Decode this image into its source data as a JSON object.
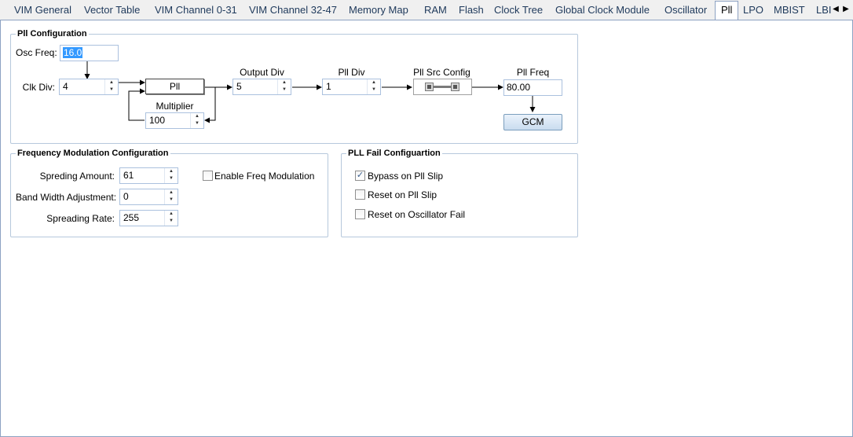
{
  "tabs": [
    {
      "label": "VIM General",
      "active": false
    },
    {
      "label": "Vector Table",
      "active": false
    },
    {
      "label": "VIM Channel 0-31",
      "active": false
    },
    {
      "label": "VIM Channel 32-47",
      "active": false
    },
    {
      "label": "Memory Map",
      "active": false
    },
    {
      "label": "RAM",
      "active": false
    },
    {
      "label": "Flash",
      "active": false
    },
    {
      "label": "Clock Tree",
      "active": false
    },
    {
      "label": "Global Clock Module",
      "active": false
    },
    {
      "label": "Oscillator",
      "active": false
    },
    {
      "label": "Pll",
      "active": true
    },
    {
      "label": "LPO",
      "active": false
    },
    {
      "label": "MBIST",
      "active": false
    },
    {
      "label": "LBI",
      "active": false
    }
  ],
  "tab_nav": {
    "left_icon": "triangle-left",
    "right_icon": "triangle-right"
  },
  "pll_config": {
    "title": "Pll Configuration",
    "osc_freq": {
      "label": "Osc Freq:",
      "value": "16.0"
    },
    "clk_div": {
      "label": "Clk Div:",
      "value": "4"
    },
    "pll_block": {
      "label": "Pll"
    },
    "multiplier": {
      "label": "Multiplier",
      "value": "100"
    },
    "output_div": {
      "label": "Output Div",
      "value": "5"
    },
    "pll_div": {
      "label": "Pll Div",
      "value": "1"
    },
    "pll_src_config": {
      "label": "Pll Src Config"
    },
    "pll_freq": {
      "label": "Pll Freq",
      "value": "80.00"
    },
    "gcm_button": {
      "label": "GCM"
    }
  },
  "freq_mod": {
    "title": "Frequency Modulation Configuration",
    "spreading_amount": {
      "label": "Spreding Amount:",
      "value": "61"
    },
    "bandwidth_adjustment": {
      "label": "Band Width Adjustment:",
      "value": "0"
    },
    "spreading_rate": {
      "label": "Spreading Rate:",
      "value": "255"
    },
    "enable_freq_mod": {
      "label": "Enable Freq Modulation",
      "checked": false
    }
  },
  "pll_fail": {
    "title": "PLL Fail Configuartion",
    "bypass_on_slip": {
      "label": "Bypass on Pll Slip",
      "checked": true
    },
    "reset_on_slip": {
      "label": "Reset on Pll Slip",
      "checked": false
    },
    "reset_on_osc_fail": {
      "label": "Reset on Oscillator Fail",
      "checked": false
    }
  },
  "colors": {
    "selection": "#3399ff",
    "border": "#8da2c2",
    "group_border": "#b6c8dc"
  }
}
